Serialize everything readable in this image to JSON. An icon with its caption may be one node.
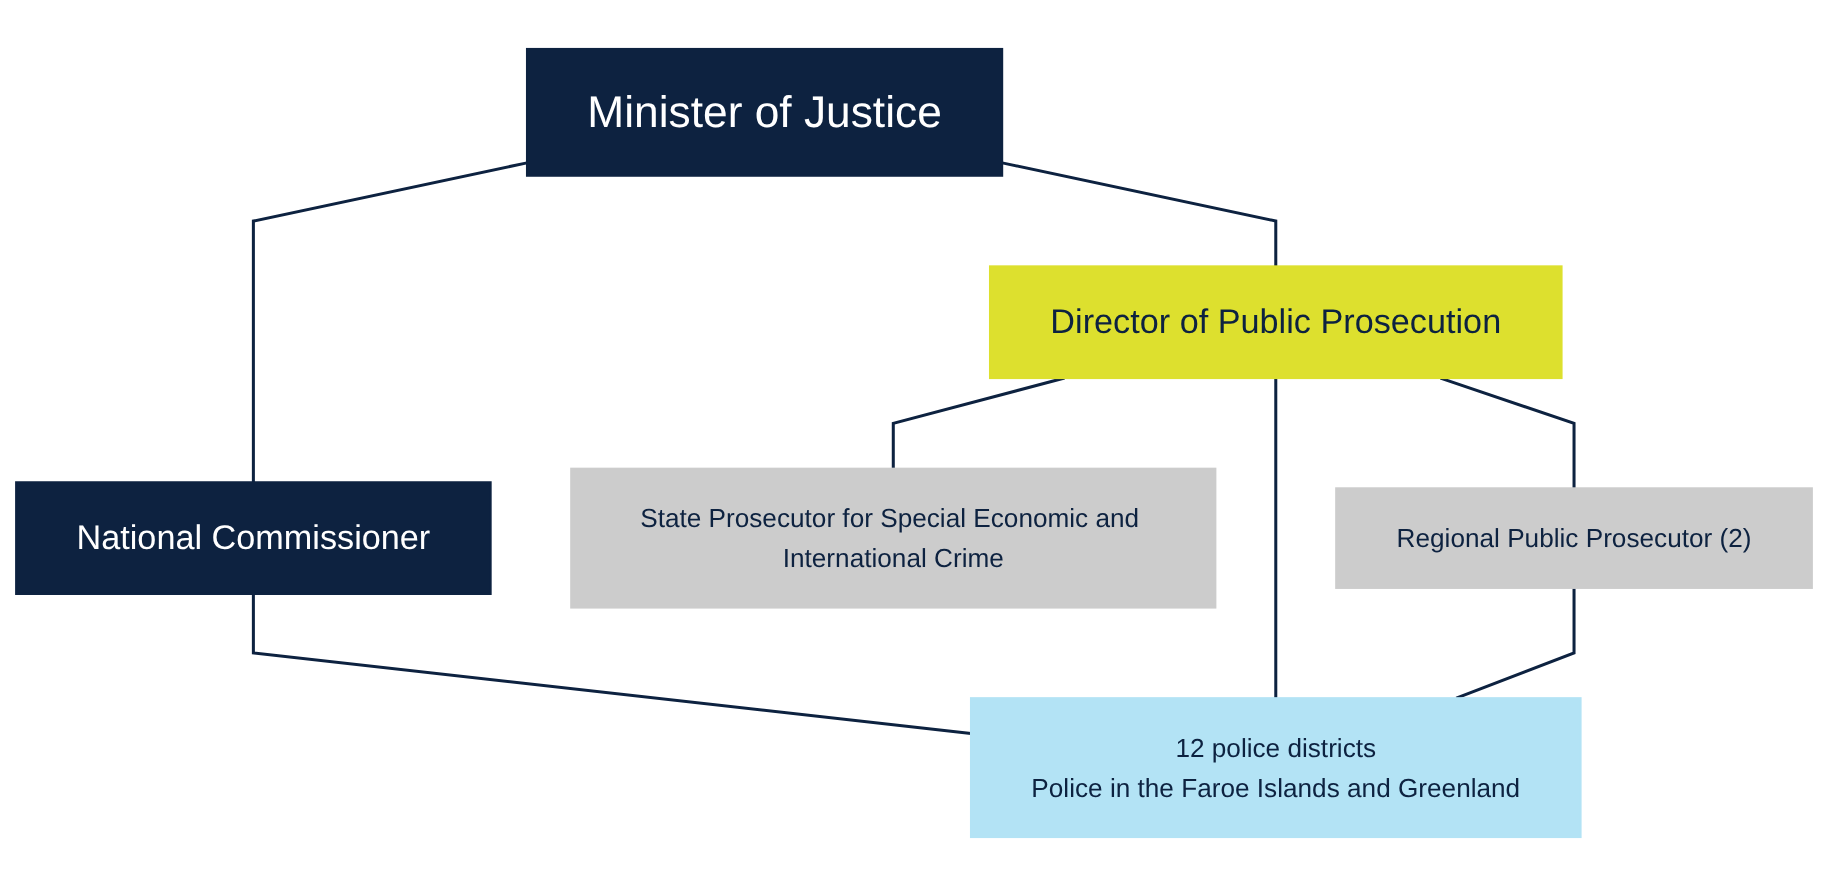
{
  "diagram": {
    "nodes": [
      {
        "text": [
          "Minister of Justice"
        ]
      },
      {
        "text": [
          "National Commissioner"
        ]
      },
      {
        "text": [
          "Director of Public Prosecution"
        ]
      },
      {
        "text": [
          "State Prosecutor for Special Economic and International Crime"
        ]
      },
      {
        "text": [
          "Regional Public Prosecutor (2)"
        ]
      },
      {
        "text": [
          "12 police districts",
          "Police in the Faroe Islands and Greenland"
        ]
      }
    ],
    "edges": [
      {
        "from": 0,
        "to": 1,
        "arrow": "none"
      },
      {
        "from": 0,
        "to": 2,
        "arrow": "none"
      },
      {
        "from": 1,
        "to": 5,
        "arrow": "none"
      },
      {
        "from": 2,
        "to": 3,
        "arrow": "none"
      },
      {
        "from": 2,
        "to": 4,
        "arrow": "none"
      },
      {
        "from": 2,
        "to": 5,
        "arrow": "none"
      },
      {
        "from": 4,
        "to": 5,
        "arrow": "none"
      }
    ]
  }
}
